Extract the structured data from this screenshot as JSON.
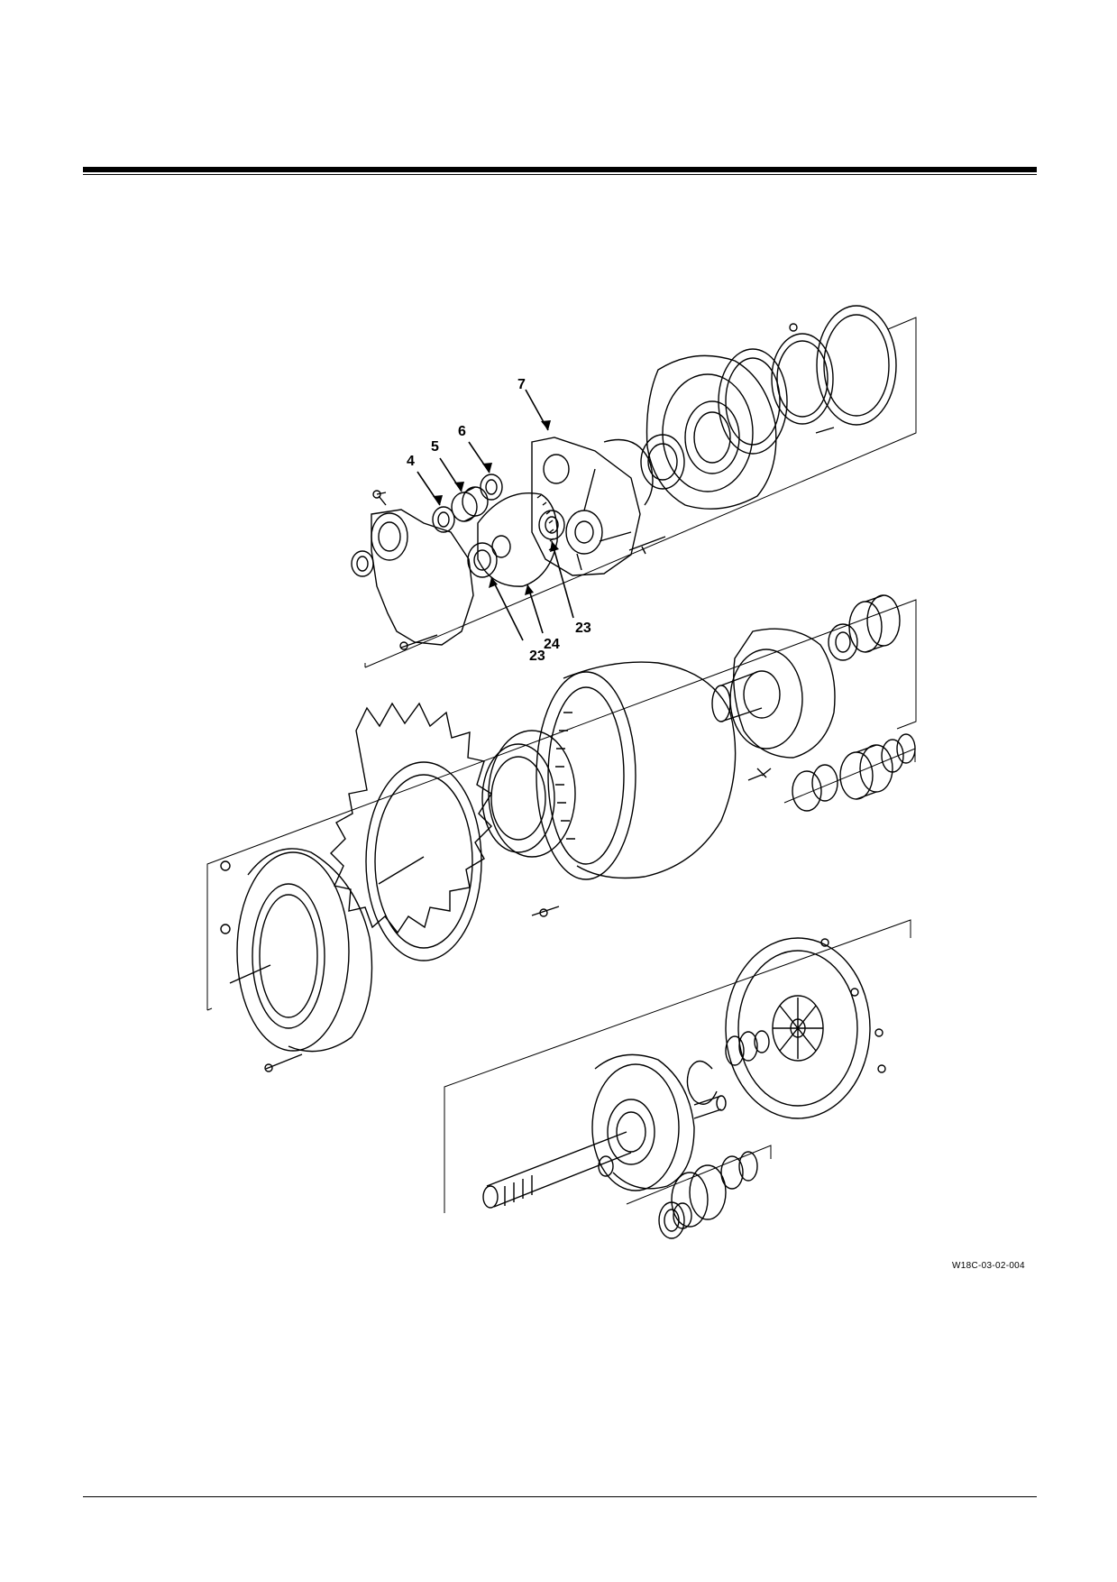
{
  "figure": {
    "id": "W18C-03-02-004",
    "callouts": [
      "4",
      "5",
      "6",
      "7",
      "23",
      "24",
      "23"
    ]
  }
}
